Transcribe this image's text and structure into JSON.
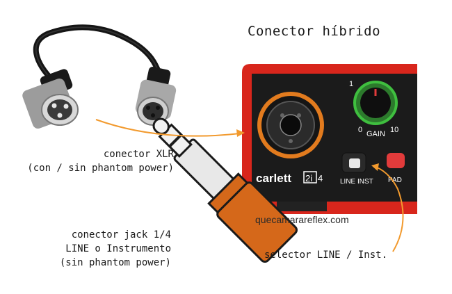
{
  "title": "Conector híbrido",
  "labels": {
    "xlr": [
      "conector XLR",
      "(con / sin phantom power)"
    ],
    "jack": [
      "conector jack 1/4",
      "LINE o Instrumento",
      "(sin phantom power)"
    ],
    "selector": "selector LINE / Inst."
  },
  "device": {
    "brand": "carlett",
    "model_left": "2i",
    "model_right": "4",
    "gain_label": "GAIN",
    "gain_min": "0",
    "gain_max": "10",
    "gain_top_tick": "1",
    "line_inst_label": "LINE INST",
    "pad_label": "PAD"
  },
  "watermark": "quecamarareflex.com",
  "colors": {
    "arrow": "#f29a2e",
    "device_red": "#d8261c",
    "device_black": "#1b1b1b",
    "jack_orange": "#d5681a",
    "jack_outline": "#1a1a1a",
    "gain_green": "#3fbf3f",
    "pad_red": "#e23b3b"
  }
}
